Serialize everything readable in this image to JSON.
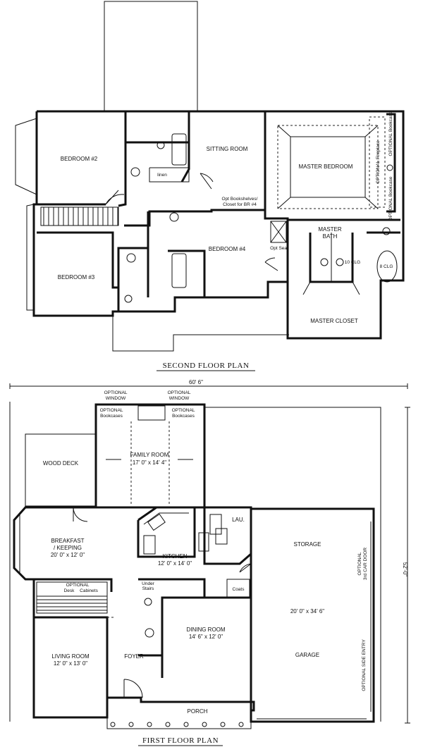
{
  "titles": {
    "second": "SECOND FLOOR PLAN",
    "first": "FIRST FLOOR PLAN"
  },
  "dimensions": {
    "width": "60' 6\"",
    "depth": "52'-0\""
  },
  "second_floor": {
    "bedroom2": "BEDROOM #2",
    "bedroom3": "BEDROOM #3",
    "bedroom4": "BEDROOM #4",
    "sitting_room": "SITTING ROOM",
    "master_bedroom": "MASTER BEDROOM",
    "master_bath_1": "MASTER",
    "master_bath_2": "BATH",
    "master_closet": "MASTER CLOSET",
    "linen": "linen",
    "opt_bookshelves_1": "Opt Bookshelves/",
    "opt_bookshelves_2": "Closet for BR #4",
    "opt_seat": "Opt Seat",
    "ten_clg": "10 CLG",
    "eight_clg": "8 CLG",
    "optional_fireplace": "OPTIONAL Fireplace",
    "optional_bookcase_1": "OPTIONAL Bookcase",
    "optional_bookcase_2": "OPTIONAL Bookcase"
  },
  "first_floor": {
    "optional_window_left_1": "OPTIONAL",
    "optional_window_left_2": "WINDOW",
    "optional_window_right_1": "OPTIONAL",
    "optional_window_right_2": "WINDOW",
    "bookcases_left_1": "OPTIONAL",
    "bookcases_left_2": "Bookcases",
    "bookcases_right_1": "OPTIONAL",
    "bookcases_right_2": "Bookcases",
    "family_room": "FAMILY ROOM",
    "family_room_dim": "17' 0\" x 14' 4\"",
    "wood_deck": "WOOD DECK",
    "breakfast_1": "BREAKFAST",
    "breakfast_2": "/ KEEPING",
    "breakfast_dim": "20' 0\" x 12' 0\"",
    "kitchen": "KITCHEN",
    "kitchen_dim": "12' 0\" x 14' 0\"",
    "lau": "LAU.",
    "storage": "STORAGE",
    "optional_car_door_1": "OPTIONAL",
    "optional_car_door_2": "3rd CAR DOOR",
    "garage_dim": "20' 0\" x 34' 6\"",
    "garage": "GARAGE",
    "optional_side_entry": "OPTIONAL SIDE ENTRY",
    "coats": "Coats",
    "optional_desk": "OPTIONAL",
    "desk": "Desk",
    "cabinets": "Cabinets",
    "dining_room": "DINING ROOM",
    "dining_dim": "14' 6\" x 12' 0\"",
    "living_room": "LIVING ROOM",
    "living_dim": "12' 0\" x 13' 0\"",
    "foyer": "FOYER",
    "porch": "PORCH",
    "under_stairs_1": "Under",
    "under_stairs_2": "Stairs"
  }
}
